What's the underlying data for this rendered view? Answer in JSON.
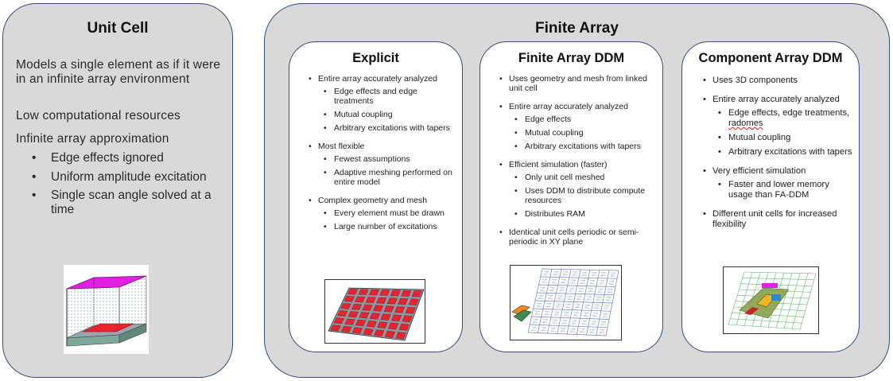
{
  "unit_cell": {
    "title": "Unit Cell",
    "description": "Models a single element as if it were in an infinite array environment",
    "resources": "Low computational resources",
    "approximation": "Infinite array approximation",
    "bullets": [
      "Edge effects ignored",
      "Uniform amplitude excitation",
      "Single scan angle solved at a time"
    ]
  },
  "finite_array": {
    "title": "Finite Array",
    "explicit": {
      "title": "Explicit",
      "items": [
        {
          "text": "Entire array accurately analyzed",
          "sub": [
            "Edge effects and edge treatments",
            "Mutual coupling",
            "Arbitrary excitations with tapers"
          ]
        },
        {
          "text": "Most flexible",
          "sub": [
            "Fewest assumptions",
            "Adaptive meshing performed on entire model"
          ]
        },
        {
          "text": "Complex geometry and mesh",
          "sub": [
            "Every element must be drawn",
            "Large number of excitations"
          ]
        }
      ]
    },
    "fa_ddm": {
      "title": "Finite Array DDM",
      "items": [
        {
          "text": "Uses geometry and mesh from linked unit cell",
          "sub": []
        },
        {
          "text": "Entire array accurately analyzed",
          "sub": [
            "Edge effects",
            "Mutual coupling",
            "Arbitrary excitations with tapers"
          ]
        },
        {
          "text": "Efficient simulation (faster)",
          "sub": [
            "Only unit cell meshed",
            "Uses DDM to distribute compute resources",
            "Distributes RAM"
          ]
        },
        {
          "text": "Identical unit cells periodic or semi-periodic in XY plane",
          "sub": []
        }
      ]
    },
    "component_ddm": {
      "title": "Component Array DDM",
      "items": [
        {
          "text": "Uses 3D components",
          "sub": []
        },
        {
          "text": "Entire array accurately analyzed",
          "sub": [
            "Edge effects, edge treatments, radomes",
            "Mutual coupling",
            "Arbitrary excitations with tapers"
          ]
        },
        {
          "text": "Very efficient simulation",
          "sub": [
            "Faster and lower memory usage than FA-DDM"
          ]
        },
        {
          "text": "Different unit cells for increased flexibility",
          "sub": []
        }
      ]
    }
  },
  "colors": {
    "panel_bg": "#d9d9d9",
    "border": "#2f4f7f",
    "patch_red": "#e8232b",
    "magenta": "#e21fe0",
    "mesh_blue": "#6a84c4"
  }
}
